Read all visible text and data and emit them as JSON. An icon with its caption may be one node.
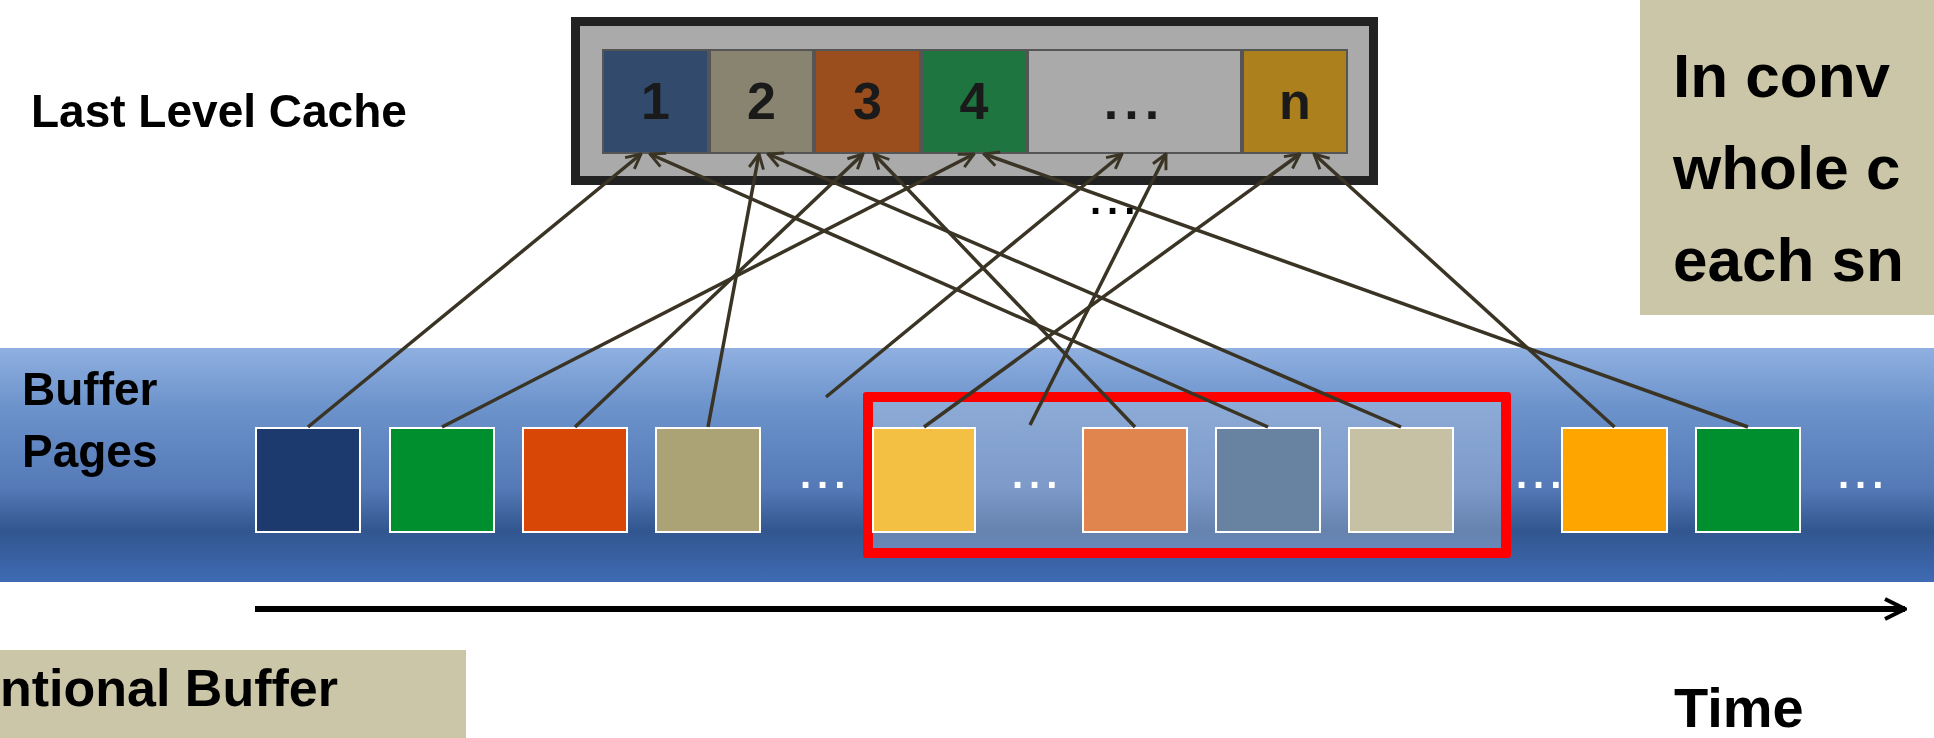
{
  "diagram": {
    "nodes": [
      {
        "text": [
          "Last Level Cache"
        ]
      },
      {
        "text": [
          "1"
        ],
        "in": 0
      },
      {
        "text": [
          "2"
        ],
        "in": 0
      },
      {
        "text": [
          "3"
        ],
        "in": 0
      },
      {
        "text": [
          "4"
        ],
        "in": 0
      },
      {
        "text": [
          "..."
        ],
        "in": 0
      },
      {
        "text": [
          "n"
        ],
        "in": 0
      },
      {
        "text": [
          "In conv whole c each sn"
        ]
      },
      {
        "text": [
          "Buffer Pages"
        ]
      },
      {
        "text": [],
        "shape": "box",
        "in": 8
      },
      {
        "text": [],
        "shape": "box",
        "in": 8
      },
      {
        "text": [],
        "shape": "box",
        "in": 8
      },
      {
        "text": [],
        "shape": "box",
        "in": 8
      },
      {
        "text": [],
        "shape": "box",
        "in": 8
      },
      {
        "text": [],
        "shape": "box",
        "in": 8
      },
      {
        "text": [],
        "shape": "box",
        "in": 8
      },
      {
        "text": [],
        "shape": "box",
        "in": 8
      },
      {
        "text": [],
        "shape": "box",
        "in": 8
      },
      {
        "text": [],
        "shape": "box",
        "in": 8
      },
      {
        "text": [
          "ntional Buffer"
        ]
      }
    ],
    "edges": [
      {
        "from": 9,
        "to": 1,
        "arrow": "to"
      },
      {
        "from": 10,
        "to": 4,
        "arrow": "to"
      },
      {
        "from": 11,
        "to": 3,
        "arrow": "to"
      },
      {
        "from": 12,
        "to": 2,
        "arrow": "to"
      },
      {
        "from": null,
        "to": 5,
        "arrow": "to"
      },
      {
        "from": 13,
        "to": 6,
        "arrow": "to"
      },
      {
        "from": null,
        "to": 5,
        "arrow": "to"
      },
      {
        "from": 14,
        "to": 3,
        "arrow": "to"
      },
      {
        "from": 15,
        "to": 1,
        "arrow": "to"
      },
      {
        "from": 16,
        "to": 2,
        "arrow": "to"
      },
      {
        "from": 17,
        "to": 6,
        "arrow": "to"
      },
      {
        "from": 18,
        "to": 4,
        "arrow": "to"
      }
    ],
    "labels": [
      "...",
      "...",
      "...",
      "...",
      "...",
      "Time"
    ]
  }
}
